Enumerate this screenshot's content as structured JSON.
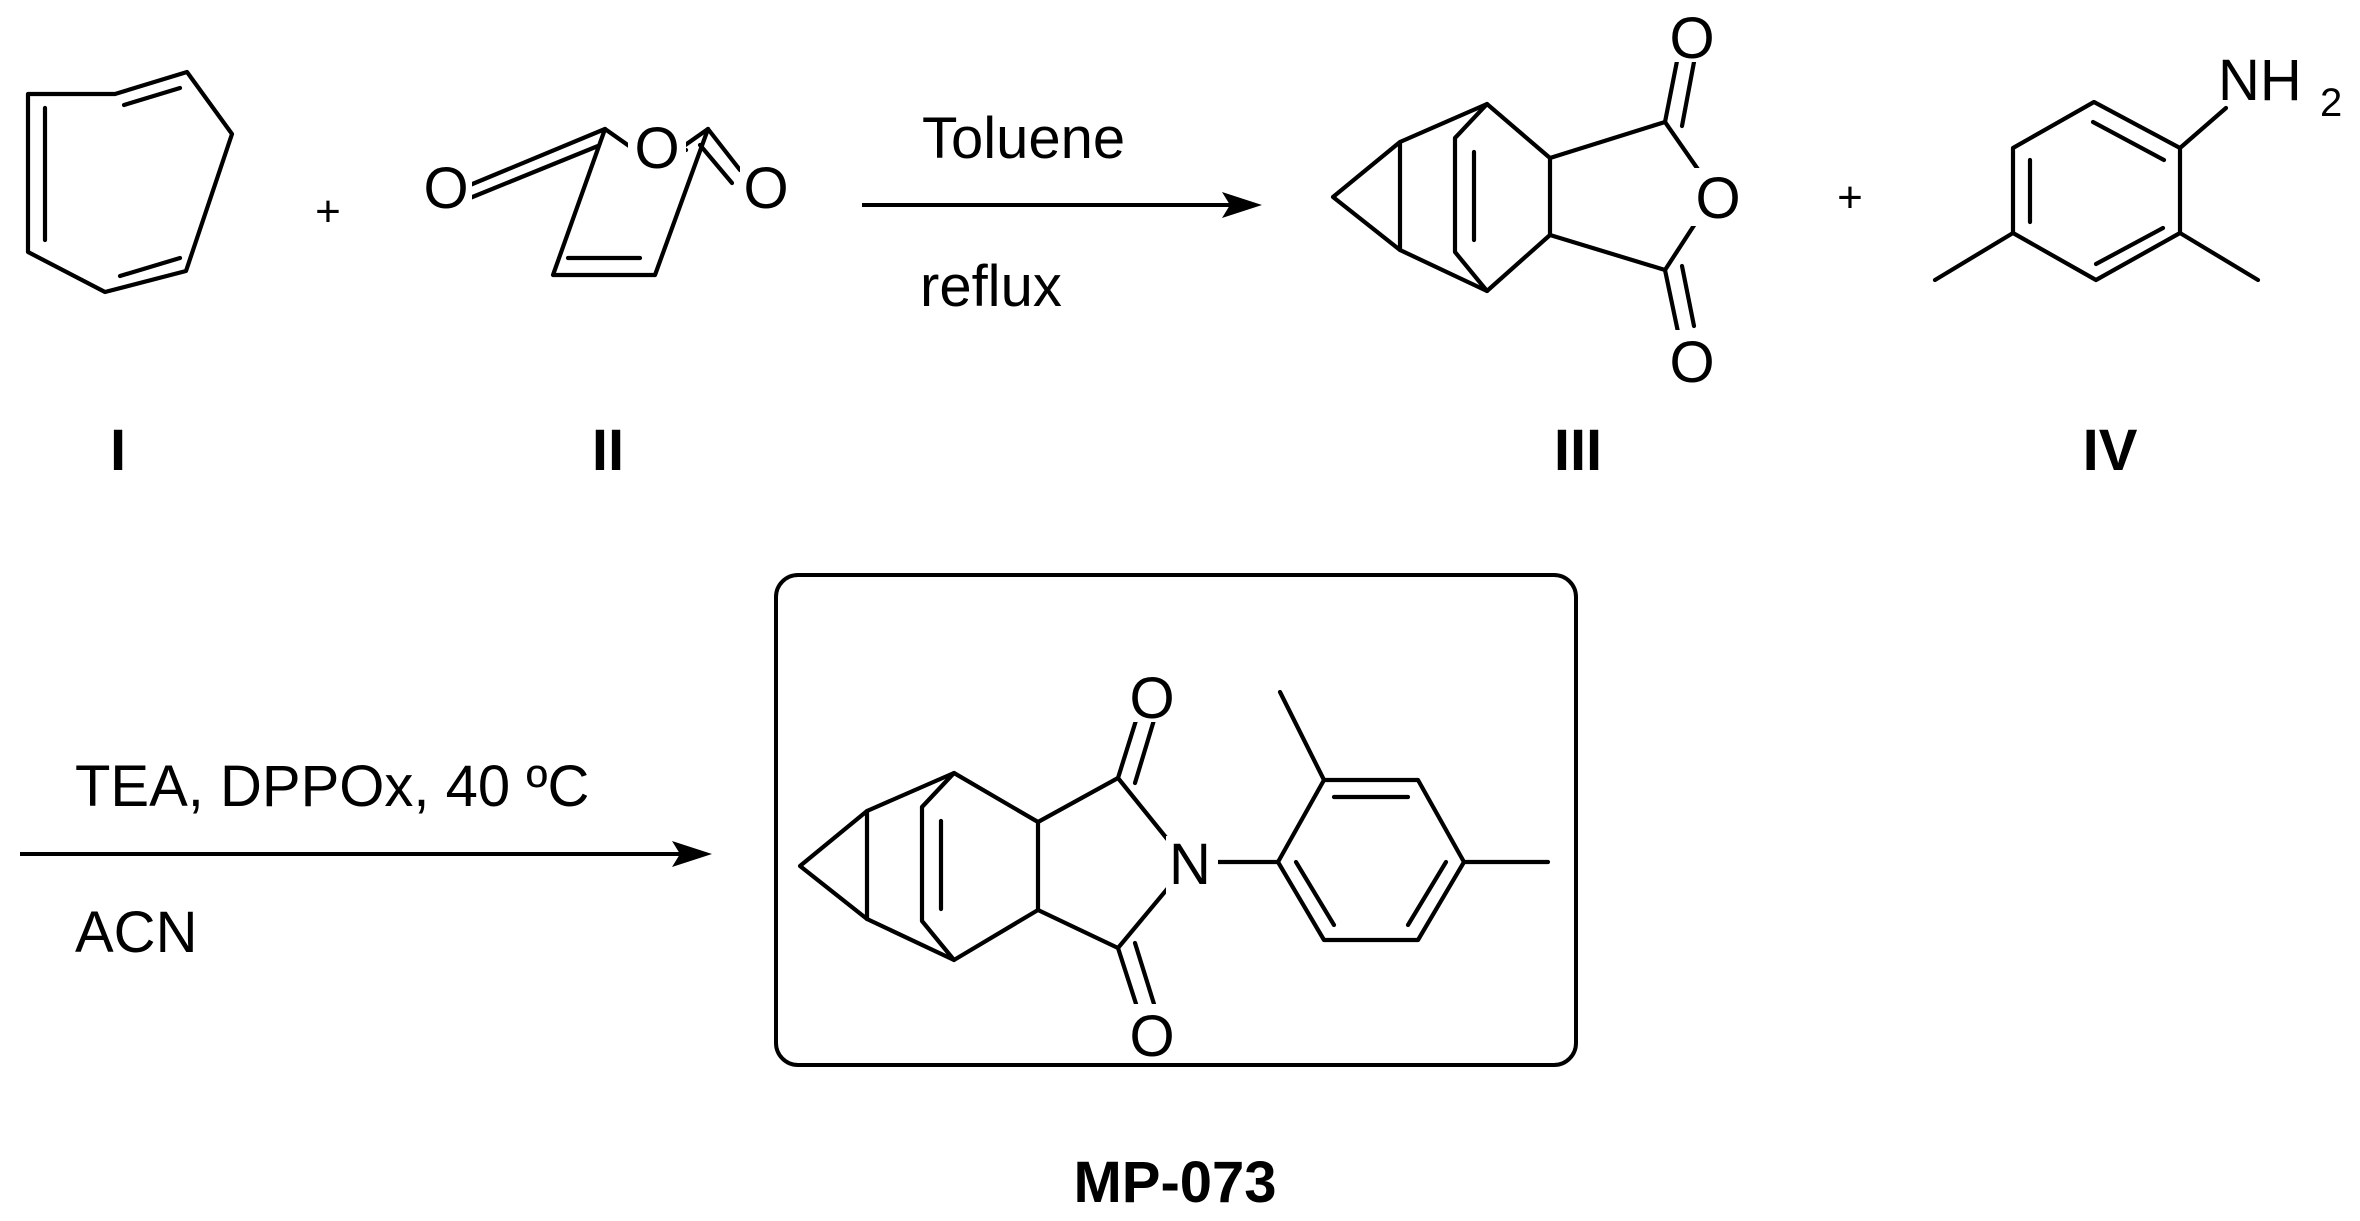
{
  "compounds": [
    {
      "id": "I",
      "label": "I"
    },
    {
      "id": "II",
      "label": "II",
      "atoms": [
        "O",
        "O",
        "O"
      ]
    },
    {
      "id": "III",
      "label": "III",
      "atoms": [
        "O",
        "O",
        "O"
      ]
    },
    {
      "id": "IV",
      "label": "IV",
      "atoms": [
        "NH",
        "2"
      ]
    },
    {
      "id": "product",
      "label": "MP-073",
      "atoms": [
        "O",
        "N",
        "O"
      ]
    }
  ],
  "operators": {
    "plus_1": "+",
    "plus_2": "+"
  },
  "reactions": [
    {
      "step": 1,
      "above": "Toluene",
      "below": "reflux"
    },
    {
      "step": 2,
      "above": "TEA, DPPOx, 40 ºC",
      "below": "ACN"
    }
  ]
}
